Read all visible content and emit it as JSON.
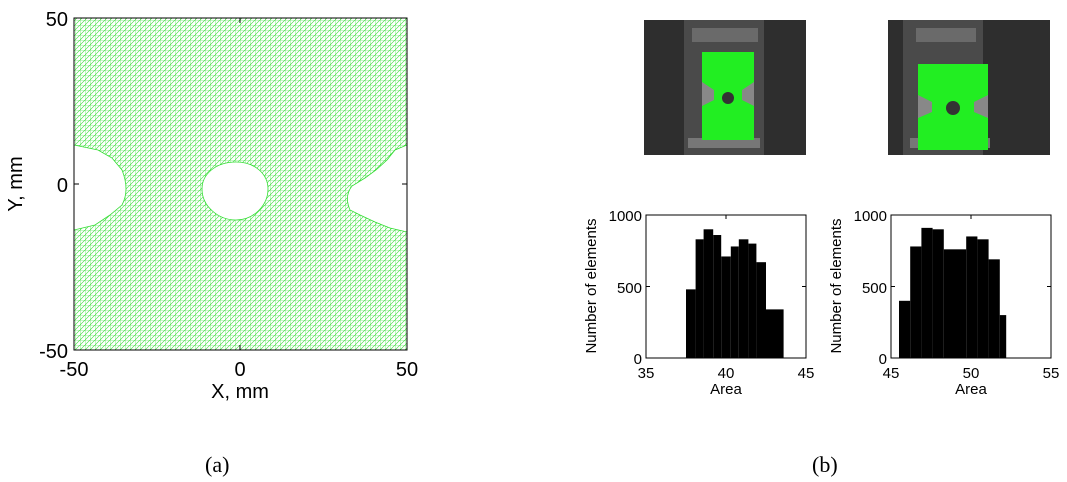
{
  "captions": {
    "a": "(a)",
    "b": "(b)"
  },
  "mesh_plot": {
    "xlabel": "X, mm",
    "ylabel": "Y, mm",
    "x_ticks": [
      "-50",
      "0",
      "50"
    ],
    "y_ticks": [
      "50",
      "0",
      "-50"
    ],
    "xlim": [
      -50,
      50
    ],
    "ylim": [
      -50,
      50
    ],
    "mesh_color": "#33dd33"
  },
  "chart_data": [
    {
      "type": "bar",
      "xlabel": "Area",
      "ylabel": "Number of elements",
      "xlim": [
        35,
        45
      ],
      "ylim": [
        0,
        1000
      ],
      "x_ticks": [
        "35",
        "40",
        "45"
      ],
      "y_ticks": [
        "1000",
        "500",
        "0"
      ],
      "bin_edges": [
        37.5,
        38.1,
        38.6,
        39.2,
        39.7,
        40.3,
        40.8,
        41.4,
        41.9,
        42.5,
        43.0,
        43.6
      ],
      "values": [
        480,
        830,
        900,
        860,
        710,
        780,
        830,
        800,
        670,
        340,
        340
      ]
    },
    {
      "type": "bar",
      "xlabel": "Area",
      "ylabel": "Number of elements",
      "xlim": [
        45,
        55
      ],
      "ylim": [
        0,
        1000
      ],
      "x_ticks": [
        "45",
        "50",
        "55"
      ],
      "y_ticks": [
        "1000",
        "500",
        "0"
      ],
      "bin_edges": [
        45.5,
        46.2,
        46.9,
        47.6,
        48.3,
        49.0,
        49.7,
        50.4,
        51.1,
        51.8,
        52.2
      ],
      "values": [
        400,
        780,
        910,
        900,
        760,
        760,
        850,
        830,
        690,
        300
      ]
    }
  ],
  "specimen_fill_color": "#22ee22"
}
